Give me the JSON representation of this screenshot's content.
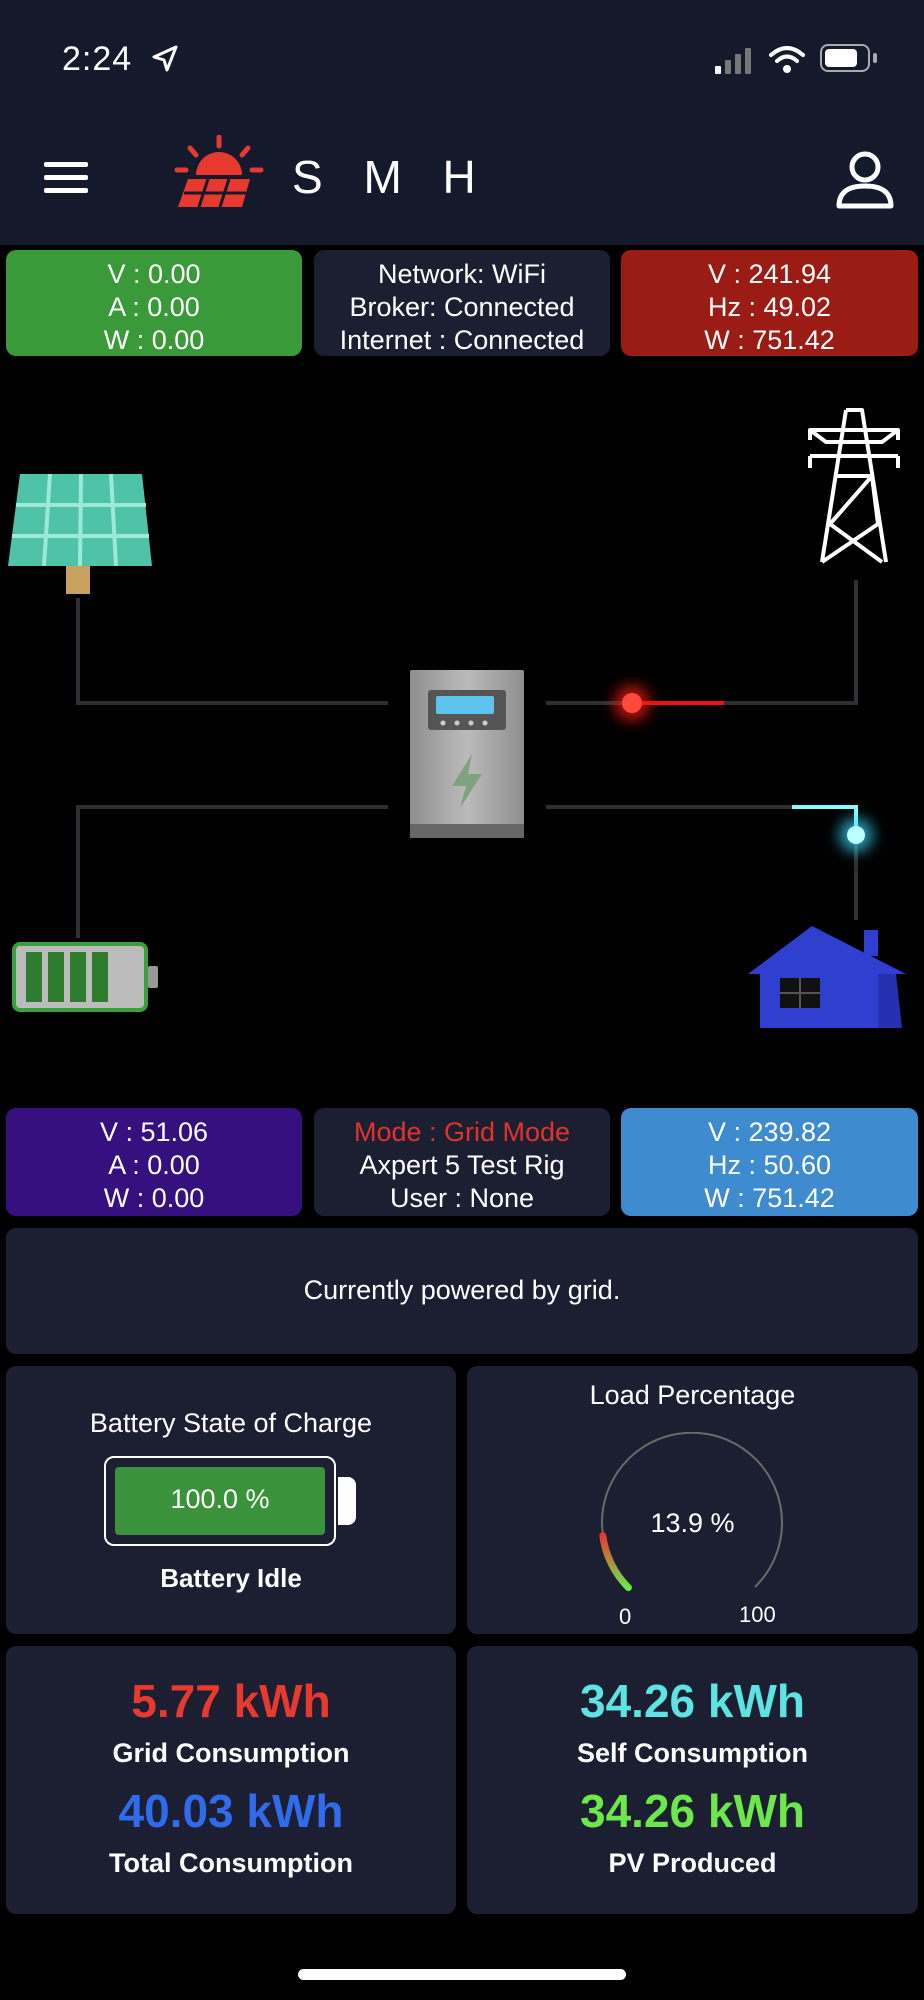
{
  "status_bar": {
    "time": "2:24"
  },
  "header": {
    "title": "S M H"
  },
  "panels": {
    "pv": {
      "lines": [
        "V : 0.00",
        "A : 0.00",
        "W : 0.00"
      ],
      "color": "#3a9a3a"
    },
    "network": {
      "lines": [
        "Network: WiFi",
        "Broker: Connected",
        "Internet : Connected"
      ]
    },
    "grid": {
      "lines": [
        "V : 241.94",
        "Hz : 49.02",
        "W : 751.42"
      ],
      "color": "#9a1c14"
    },
    "battery": {
      "lines": [
        "V : 51.06",
        "A : 0.00",
        "W : 0.00"
      ],
      "color": "#36107f"
    },
    "mode": {
      "mode": "Mode : Grid Mode",
      "device": "Axpert 5 Test Rig",
      "user": "User : None",
      "mode_color": "#e0342b"
    },
    "load": {
      "lines": [
        "V : 239.82",
        "Hz : 50.60",
        "W : 751.42"
      ],
      "color": "#3f8bd0"
    }
  },
  "power_status": {
    "text": "Currently powered by grid."
  },
  "battery_soc": {
    "title": "Battery State of Charge",
    "value_text": "100.0 %",
    "percent": 100,
    "state": "Battery Idle"
  },
  "load_percentage": {
    "title": "Load Percentage",
    "value_text": "13.9 %",
    "percent": 13.9,
    "min_label": "0",
    "max_label": "100"
  },
  "stats": {
    "grid_consumption": {
      "value": "5.77 kWh",
      "label": "Grid Consumption",
      "color": "#e8392f"
    },
    "total_consumption": {
      "value": "40.03 kWh",
      "label": "Total Consumption",
      "color": "#2f6bea"
    },
    "self_consumption": {
      "value": "34.26 kWh",
      "label": "Self Consumption",
      "color": "#5ee3e3"
    },
    "pv_produced": {
      "value": "34.26 kWh",
      "label": "PV Produced",
      "color": "#6de84a"
    }
  }
}
